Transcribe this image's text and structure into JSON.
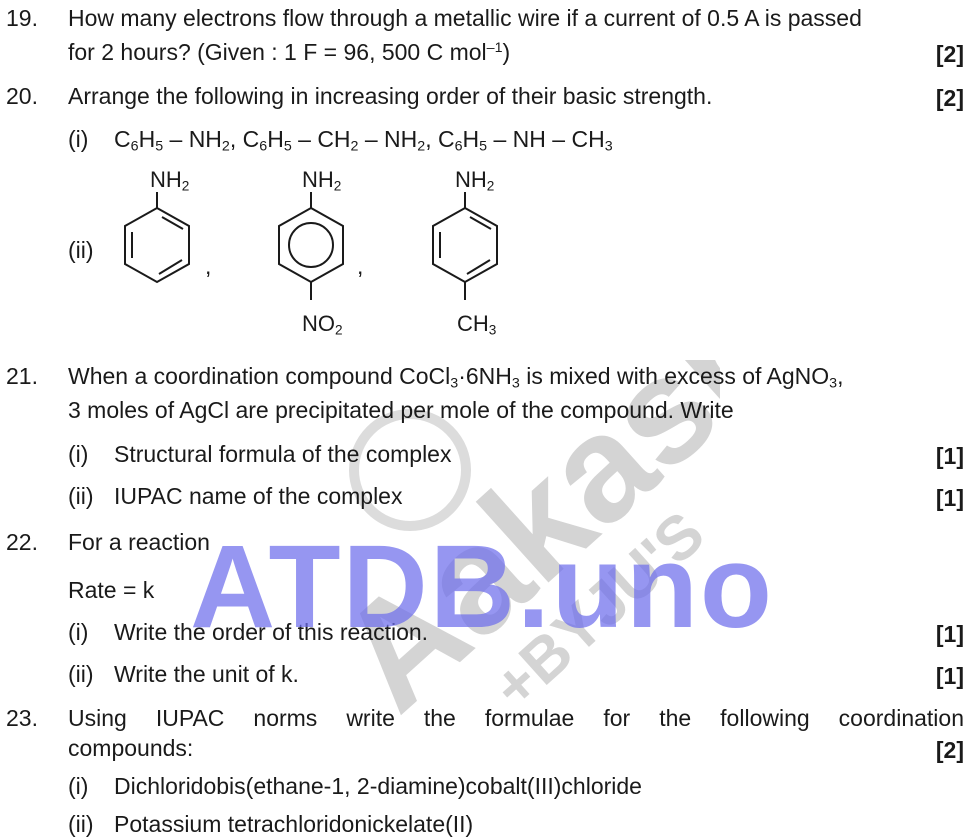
{
  "q19": {
    "num": "19.",
    "line1": "How many electrons flow through a metallic wire if a current of 0.5 A is passed",
    "line2_a": "for 2 hours? (Given : 1 F = 96, 500 C mol",
    "line2_sup": "–1",
    "line2_b": ")",
    "marks": "[2]"
  },
  "q20": {
    "num": "20.",
    "text": "Arrange the following in increasing order of their basic strength.",
    "marks": "[2]",
    "part_i_label": "(i)",
    "part_ii_label": "(ii)",
    "comma": ",",
    "mol_top_label": "NH",
    "mol_top_sub": "2",
    "mol2_bottom": "NO",
    "mol2_bottom_sub": "2",
    "mol3_bottom": "CH",
    "mol3_bottom_sub": "3"
  },
  "q21": {
    "num": "21.",
    "line1_a": "When a coordination compound CoCl",
    "line1_sub1": "3",
    "line1_b": "·6NH",
    "line1_sub2": "3",
    "line1_c": " is mixed with excess of AgNO",
    "line1_sub3": "3",
    "line1_d": ",",
    "line2": "3 moles of AgCl are precipitated per mole of the compound. Write",
    "part_i_label": "(i)",
    "part_i": "Structural formula of the complex",
    "part_i_marks": "[1]",
    "part_ii_label": "(ii)",
    "part_ii": "IUPAC name of the complex",
    "part_ii_marks": "[1]"
  },
  "q22": {
    "num": "22.",
    "line1": "For a reaction",
    "rate": "Rate = k",
    "part_i_label": "(i)",
    "part_i": "Write the order of this reaction.",
    "part_i_marks": "[1]",
    "part_ii_label": "(ii)",
    "part_ii": "Write the unit of k.",
    "part_ii_marks": "[1]"
  },
  "q23": {
    "num": "23.",
    "line1_words": [
      "Using",
      "IUPAC",
      "norms",
      "write",
      "the",
      "formulae",
      "for",
      "the",
      "following",
      "coordination"
    ],
    "line2": "compounds:",
    "marks": "[2]",
    "part_i_label": "(i)",
    "part_i": "Dichloridobis(ethane-1, 2-diamine)cobalt(III)chloride",
    "part_ii_label": "(ii)",
    "part_ii": "Potassium tetrachloridonickelate(II)"
  },
  "watermark": {
    "text": "ATDB.uno",
    "logo_text": "Aakash",
    "logo_sub": "+BYJU'S",
    "color": "#6e6eeb"
  }
}
